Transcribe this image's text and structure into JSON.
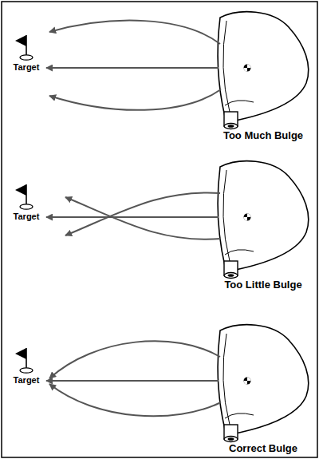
{
  "diagram": {
    "labels": [
      "Target",
      "Too Much Bulge",
      "Target",
      "Too Little Bulge",
      "Target",
      "Correct Bulge"
    ]
  }
}
